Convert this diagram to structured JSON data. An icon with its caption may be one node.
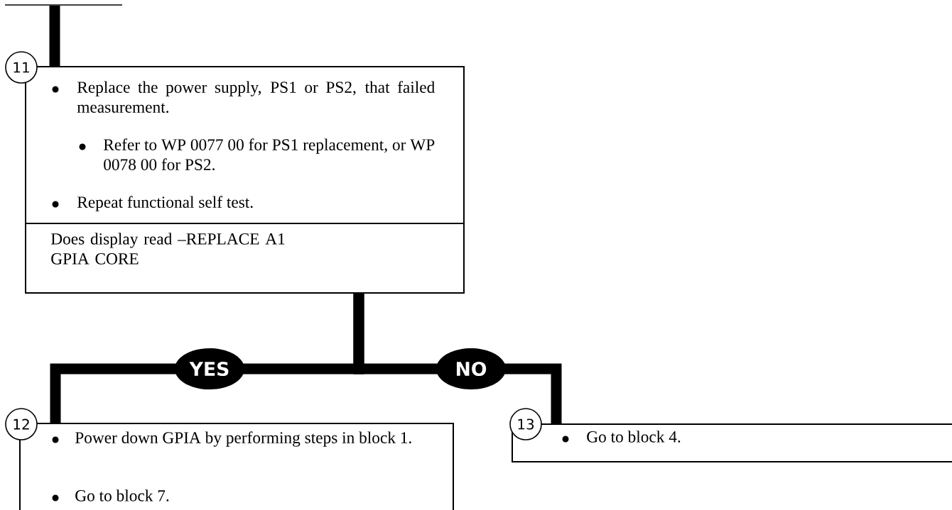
{
  "diagram": {
    "nodes": [
      {
        "text": [
          "11",
          "Replace the power supply, PS1 or PS2, that failed measurement.",
          "Refer to WP 0077 00 for PS1 replacement, or WP 0078 00 for PS2.",
          "Repeat functional self test.",
          "Does display read –REPLACE A1 GPIA CORE"
        ]
      },
      {
        "text": [
          "12",
          "Power down GPIA by performing steps in block 1.",
          "Go to block 7."
        ]
      },
      {
        "text": [
          "13",
          "Go to block 4."
        ]
      }
    ],
    "edges": [
      {
        "from": null,
        "to": 0,
        "arrow": "none"
      },
      {
        "from": 0,
        "to": 1,
        "arrow": "none",
        "label": "YES"
      },
      {
        "from": 0,
        "to": 2,
        "arrow": "none",
        "label": "NO"
      }
    ]
  }
}
